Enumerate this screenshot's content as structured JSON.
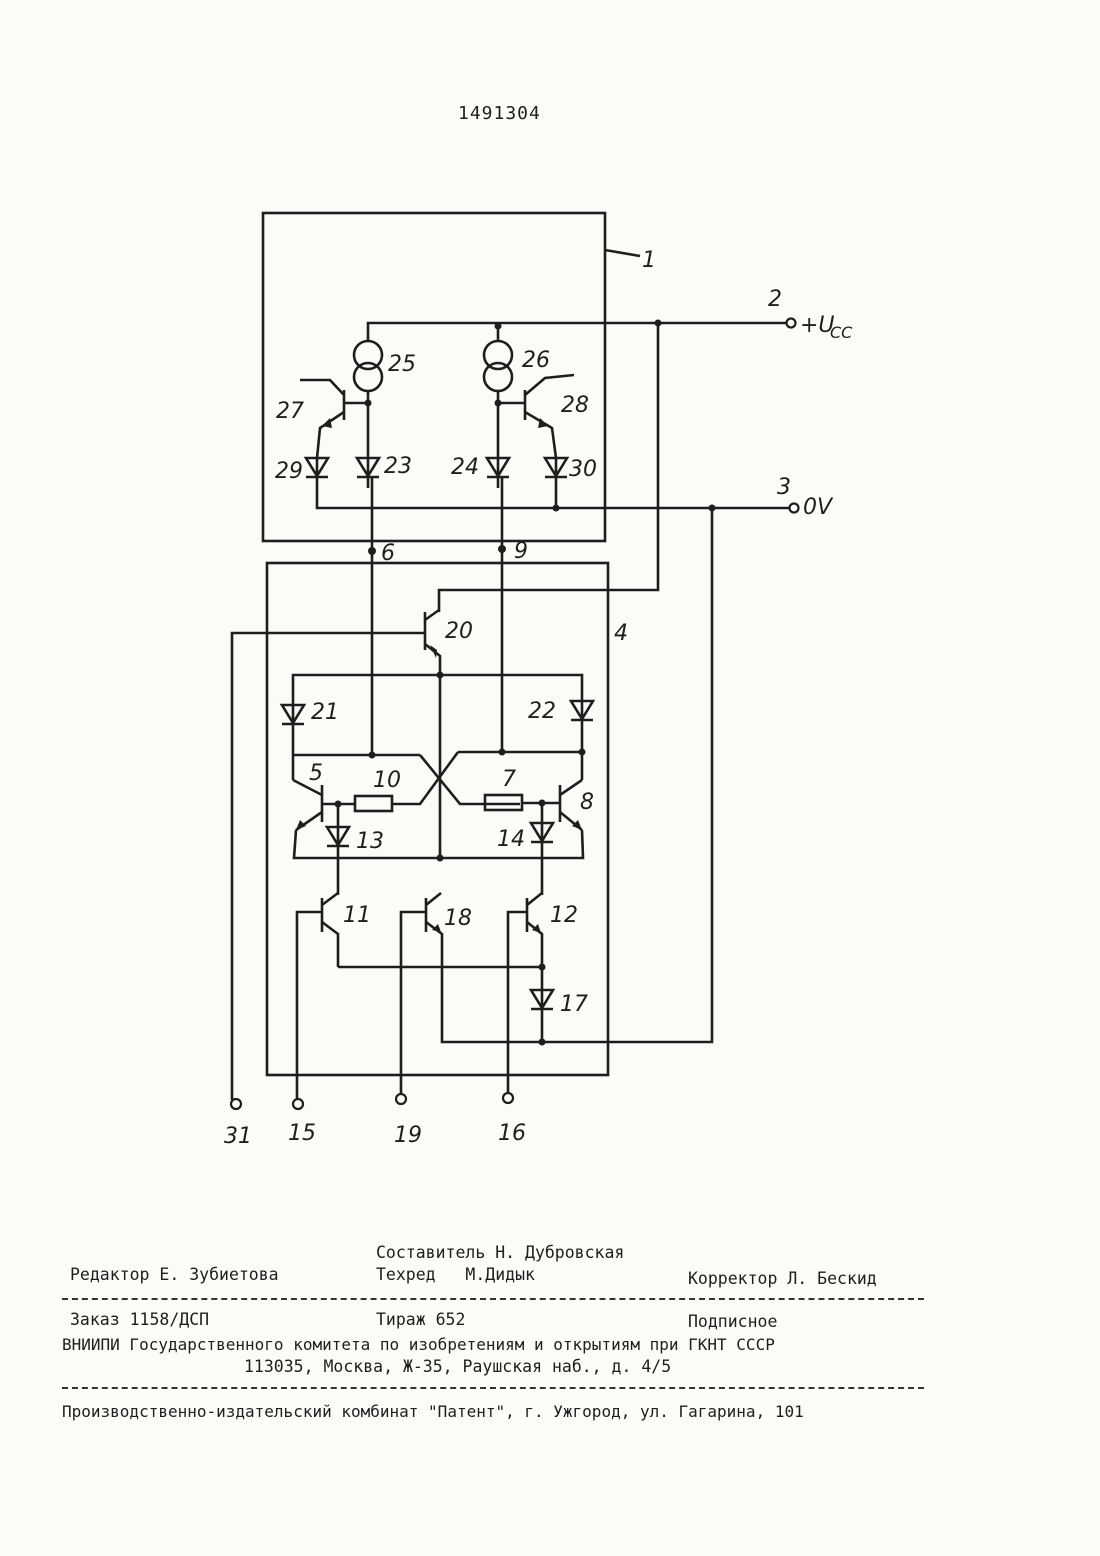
{
  "header": {
    "patent_number": "1491304"
  },
  "schematic": {
    "block_labels": {
      "block1": "1",
      "block4": "4"
    },
    "terminals": {
      "t2": "2",
      "t2_name": "+U",
      "t2_sub": "CC",
      "t3": "3",
      "t3_name": "0V",
      "t6": "6",
      "t9": "9",
      "t31": "31",
      "t15": "15",
      "t19": "19",
      "t16": "16"
    },
    "components": {
      "c25": "25",
      "c26": "26",
      "c27": "27",
      "c28": "28",
      "c29": "29",
      "c23": "23",
      "c24": "24",
      "c30": "30",
      "c20": "20",
      "c21": "21",
      "c22": "22",
      "c5": "5",
      "c10": "10",
      "c7": "7",
      "c8": "8",
      "c13": "13",
      "c14": "14",
      "c11": "11",
      "c18": "18",
      "c12": "12",
      "c17": "17"
    }
  },
  "footer": {
    "compiler": "Составитель Н. Дубровская",
    "editor": "Редактор Е. Зубиетова",
    "techred": "Техред   М.Дидык",
    "corrector": "Корректор Л. Бескид",
    "order": "Заказ 1158/ДСП",
    "circulation": "Тираж 652",
    "subscription": "Подписное",
    "institute": "ВНИИПИ Государственного комитета по изобретениям и открытиям при ГКНТ СССР",
    "address": "113035, Москва, Ж-35, Раушская наб., д. 4/5",
    "publisher": "Производственно-издательский комбинат \"Патент\", г. Ужгород, ул. Гагарина, 101"
  }
}
